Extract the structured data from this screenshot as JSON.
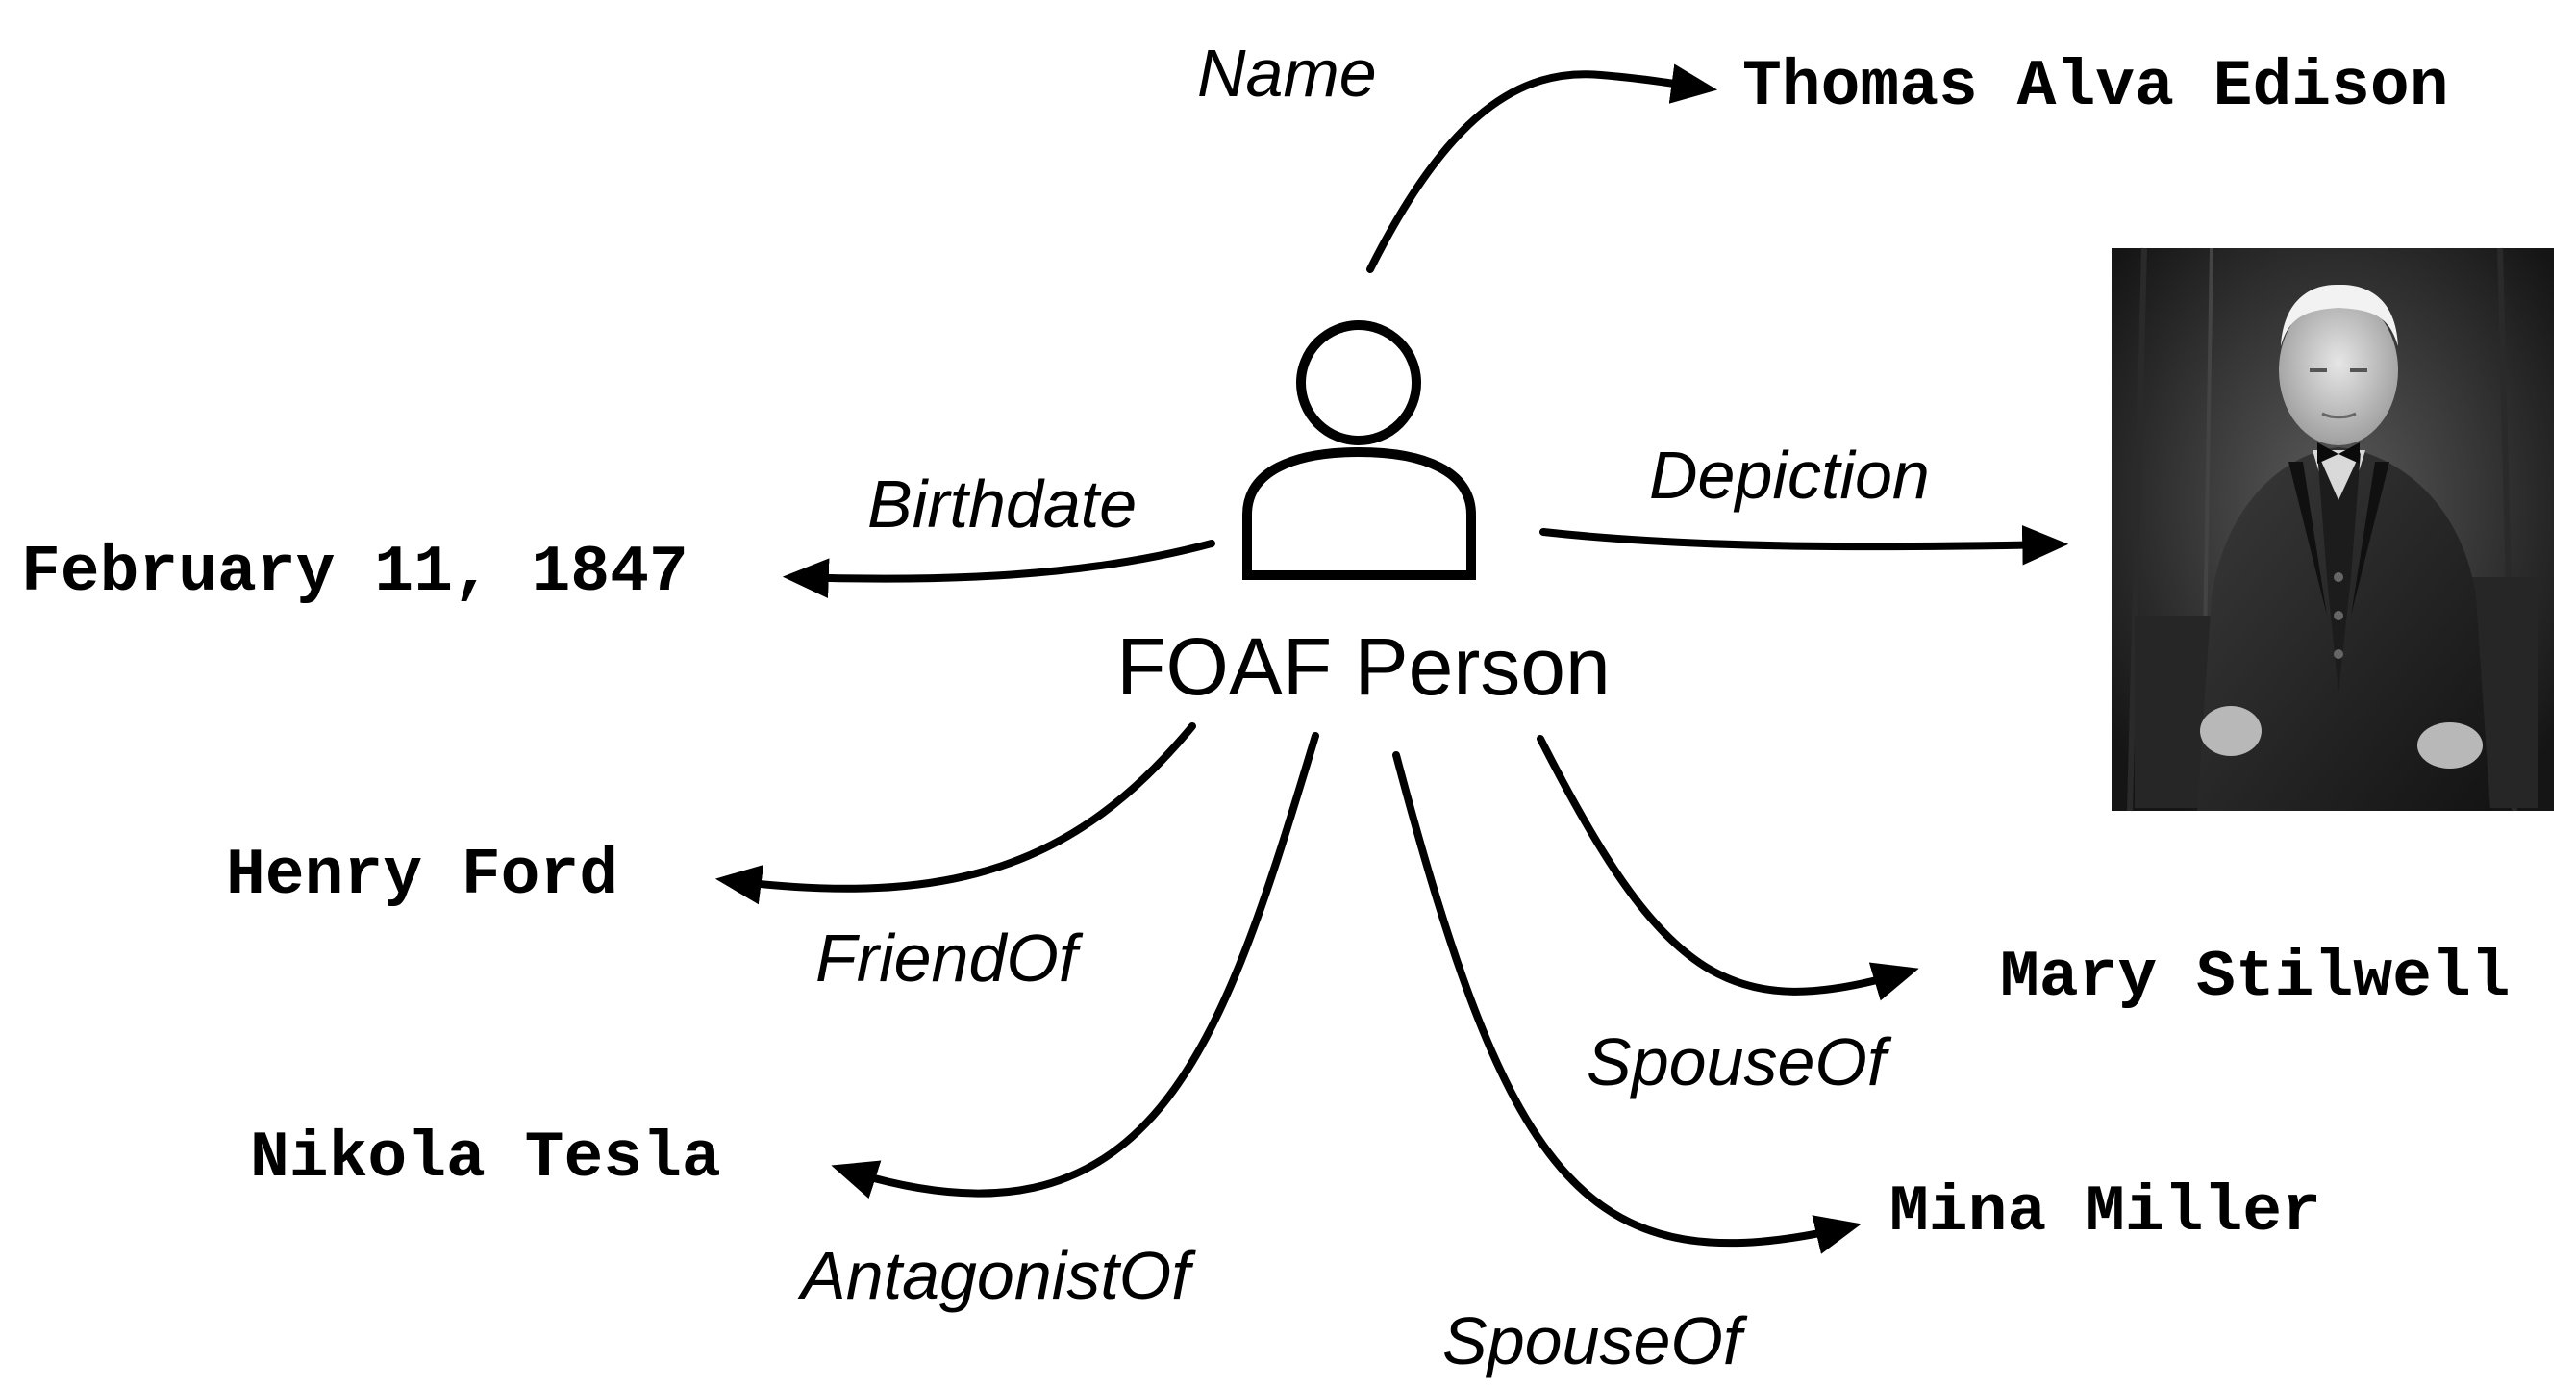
{
  "center": {
    "label": "FOAF Person",
    "icon": "person-icon"
  },
  "nodes": {
    "name_value": "Thomas Alva Edison",
    "birthdate_value": "February 11, 1847",
    "depiction_value": "portrait-photo",
    "friend_value": "Henry Ford",
    "antagonist_value": "Nikola Tesla",
    "spouse1_value": "Mary Stilwell",
    "spouse2_value": "Mina Miller"
  },
  "edges": {
    "name": "Name",
    "birthdate": "Birthdate",
    "depiction": "Depiction",
    "friend_of": "FriendOf",
    "antagonist_of": "AntagonistOf",
    "spouse_of_1": "SpouseOf",
    "spouse_of_2": "SpouseOf"
  },
  "colors": {
    "foreground": "#000000",
    "background": "#ffffff"
  }
}
